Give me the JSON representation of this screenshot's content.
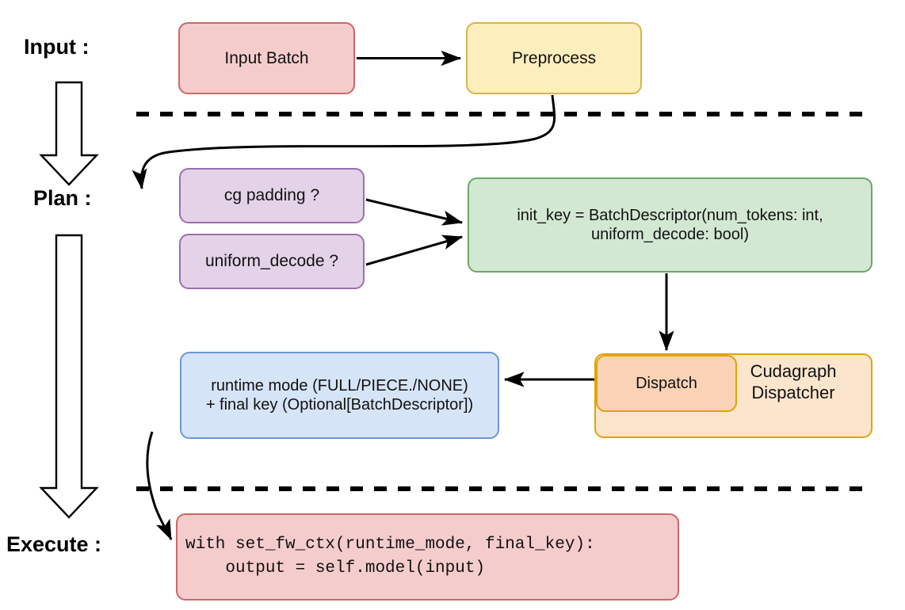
{
  "diagram": {
    "title": "vLLM cudagraph dispatch pipeline",
    "background": "#ffffff",
    "stages": [
      {
        "id": "input",
        "label": "Input :"
      },
      {
        "id": "plan",
        "label": "Plan :"
      },
      {
        "id": "execute",
        "label": "Execute :"
      }
    ],
    "nodes": {
      "input_batch": {
        "label": "Input Batch",
        "fill": "#f5cccc",
        "stroke": "#cc6666"
      },
      "preprocess": {
        "label": "Preprocess",
        "fill": "#fdeebd",
        "stroke": "#d9b548"
      },
      "cg_padding": {
        "label": "cg padding ?",
        "fill": "#e4d3e8",
        "stroke": "#9a6fae"
      },
      "uniform_decode": {
        "label": "uniform_decode ?",
        "fill": "#e4d3e8",
        "stroke": "#9a6fae"
      },
      "init_key": {
        "label": "init_key = BatchDescriptor(num_tokens: int,\nuniform_decode: bool)",
        "fill": "#d3e8d3",
        "stroke": "#6aa86a"
      },
      "cudagraph_dispatcher": {
        "label": "Cudagraph\nDispatcher",
        "fill": "#fce5cd",
        "stroke": "#e0a300"
      },
      "dispatch": {
        "label": "Dispatch",
        "fill": "#fad2b6",
        "stroke": "#e0a300"
      },
      "runtime_mode": {
        "label": "runtime mode (FULL/PIECE./NONE)\n+ final key (Optional[BatchDescriptor])",
        "fill": "#d6e4f7",
        "stroke": "#6b96d1"
      },
      "code": {
        "label": "with set_fw_ctx(runtime_mode, final_key):\n    output = self.model(input)",
        "fill": "#f5cccc",
        "stroke": "#cc6666"
      }
    },
    "edges": [
      {
        "id": "input-batch-to-preprocess",
        "from": "input_batch",
        "to": "preprocess",
        "style": "solid-arrow"
      },
      {
        "id": "preprocess-to-plan",
        "from": "preprocess",
        "to": "cg_padding",
        "style": "curved-arrow"
      },
      {
        "id": "cg-padding-to-init-key",
        "from": "cg_padding",
        "to": "init_key",
        "style": "solid-arrow"
      },
      {
        "id": "uniform-decode-to-init-key",
        "from": "uniform_decode",
        "to": "init_key",
        "style": "solid-arrow"
      },
      {
        "id": "init-key-to-dispatch",
        "from": "init_key",
        "to": "dispatch",
        "style": "solid-arrow"
      },
      {
        "id": "dispatch-to-runtime-mode",
        "from": "dispatch",
        "to": "runtime_mode",
        "style": "solid-arrow"
      },
      {
        "id": "runtime-mode-to-code",
        "from": "runtime_mode",
        "to": "code",
        "style": "curved-arrow"
      }
    ],
    "separators": [
      {
        "id": "input-plan-divider",
        "style": "dashed",
        "color": "#000000"
      },
      {
        "id": "plan-execute-divider",
        "style": "dashed",
        "color": "#000000"
      }
    ],
    "flow_arrows": [
      {
        "id": "input-to-plan-block-arrow",
        "direction": "down",
        "style": "hollow-outline"
      },
      {
        "id": "plan-to-execute-block-arrow",
        "direction": "down",
        "style": "hollow-outline"
      }
    ]
  }
}
